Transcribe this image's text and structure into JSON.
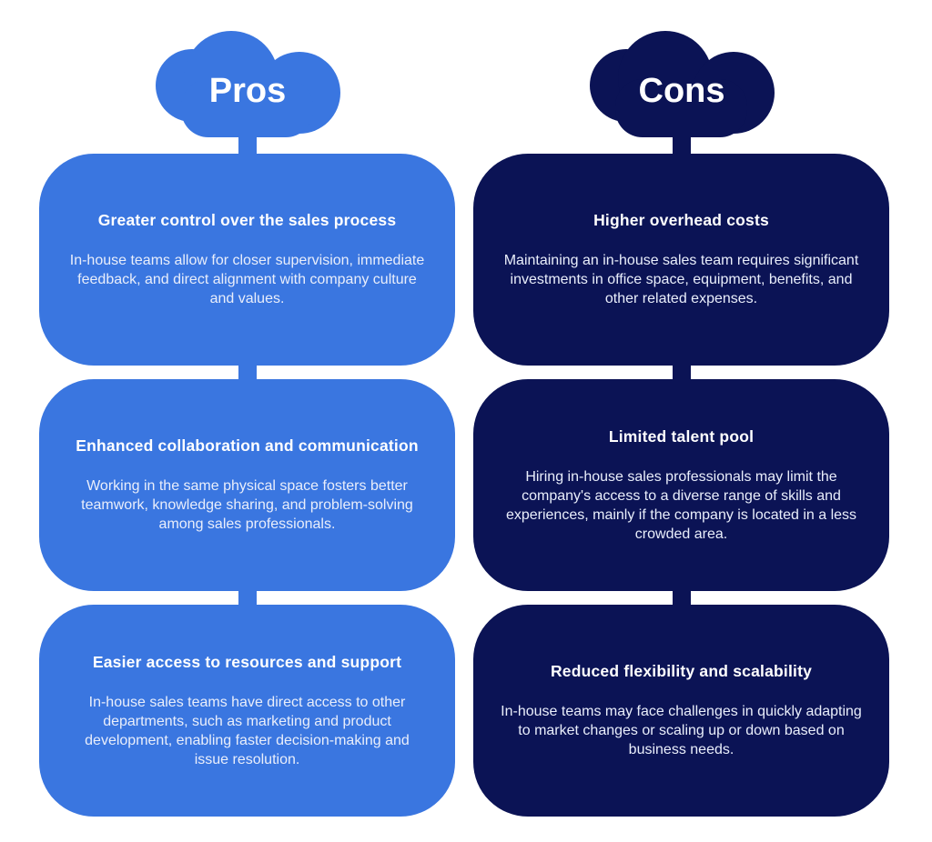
{
  "palette": {
    "background": "#ffffff",
    "pros_color": "#3a76e0",
    "cons_color": "#0b1355",
    "title_text_color": "#ffffff",
    "body_text_color": "#e9eefb"
  },
  "pros": {
    "label": "Pros",
    "cards": [
      {
        "title": "Greater control over the sales process",
        "body": "In-house teams allow for closer supervision, immediate feedback, and direct alignment with company culture and values."
      },
      {
        "title": "Enhanced collaboration and communication",
        "body": "Working in the same physical space fosters better teamwork, knowledge sharing, and problem-solving among sales professionals."
      },
      {
        "title": "Easier access to resources and support",
        "body": "In-house sales teams have direct access to other departments, such as marketing and product development, enabling faster decision-making and issue resolution."
      }
    ]
  },
  "cons": {
    "label": "Cons",
    "cards": [
      {
        "title": "Higher overhead costs",
        "body": "Maintaining an in-house sales team requires significant investments in office space, equipment, benefits, and other related expenses."
      },
      {
        "title": "Limited talent pool",
        "body": "Hiring in-house sales professionals may limit the company's access to a diverse range of skills and experiences, mainly if the company is located in a less crowded area."
      },
      {
        "title": "Reduced flexibility and scalability",
        "body": "In-house teams may face challenges in quickly adapting to market changes or scaling up or down based on business needs."
      }
    ]
  }
}
